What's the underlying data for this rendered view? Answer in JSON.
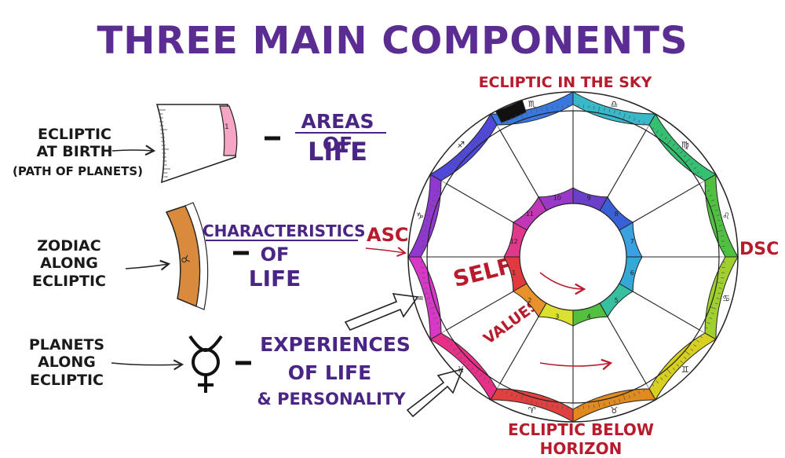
{
  "title": "THREE MAIN COMPONENTS",
  "left": {
    "row1": {
      "label_line1": "ECLIPTIC",
      "label_line2": "AT BIRTH",
      "label_line3": "(PATH OF PLANETS)",
      "house_number": "1",
      "meaning_line1": "AREAS OF",
      "meaning_line2": "LIFE"
    },
    "row2": {
      "label_line1": "ZODIAC",
      "label_line2": "ALONG",
      "label_line3": "ECLIPTIC",
      "sign_glyph": "♉",
      "meaning_line1": "CHARACTERISTICS",
      "meaning_line2": "OF",
      "meaning_line3": "LIFE"
    },
    "row3": {
      "label_line1": "PLANETS",
      "label_line2": "ALONG",
      "label_line3": "ECLIPTIC",
      "planet_glyph": "☿",
      "meaning_line1": "EXPERIENCES",
      "meaning_line2": "OF LIFE",
      "meaning_line3": "& PERSONALITY"
    }
  },
  "wheel": {
    "top_label": "ECLIPTIC IN THE SKY",
    "bottom_label": "ECLIPTIC BELOW HORIZON",
    "asc": "ASC",
    "dsc": "DSC",
    "self": "SELF",
    "values": "VALUES",
    "houses": [
      "1",
      "2",
      "3",
      "4",
      "5",
      "6",
      "7",
      "8",
      "9",
      "10",
      "11",
      "12"
    ],
    "signs": [
      "♈",
      "♉",
      "♊",
      "♋",
      "♌",
      "♍",
      "♎",
      "♏",
      "♐",
      "♑",
      "♒",
      "♓"
    ]
  },
  "colors": {
    "title": "#5b2d92",
    "label": "#b81c2c",
    "meaning": "#4a2585",
    "house_pink": "#f4a6c4",
    "zodiac_bar": "#d98a3c"
  }
}
